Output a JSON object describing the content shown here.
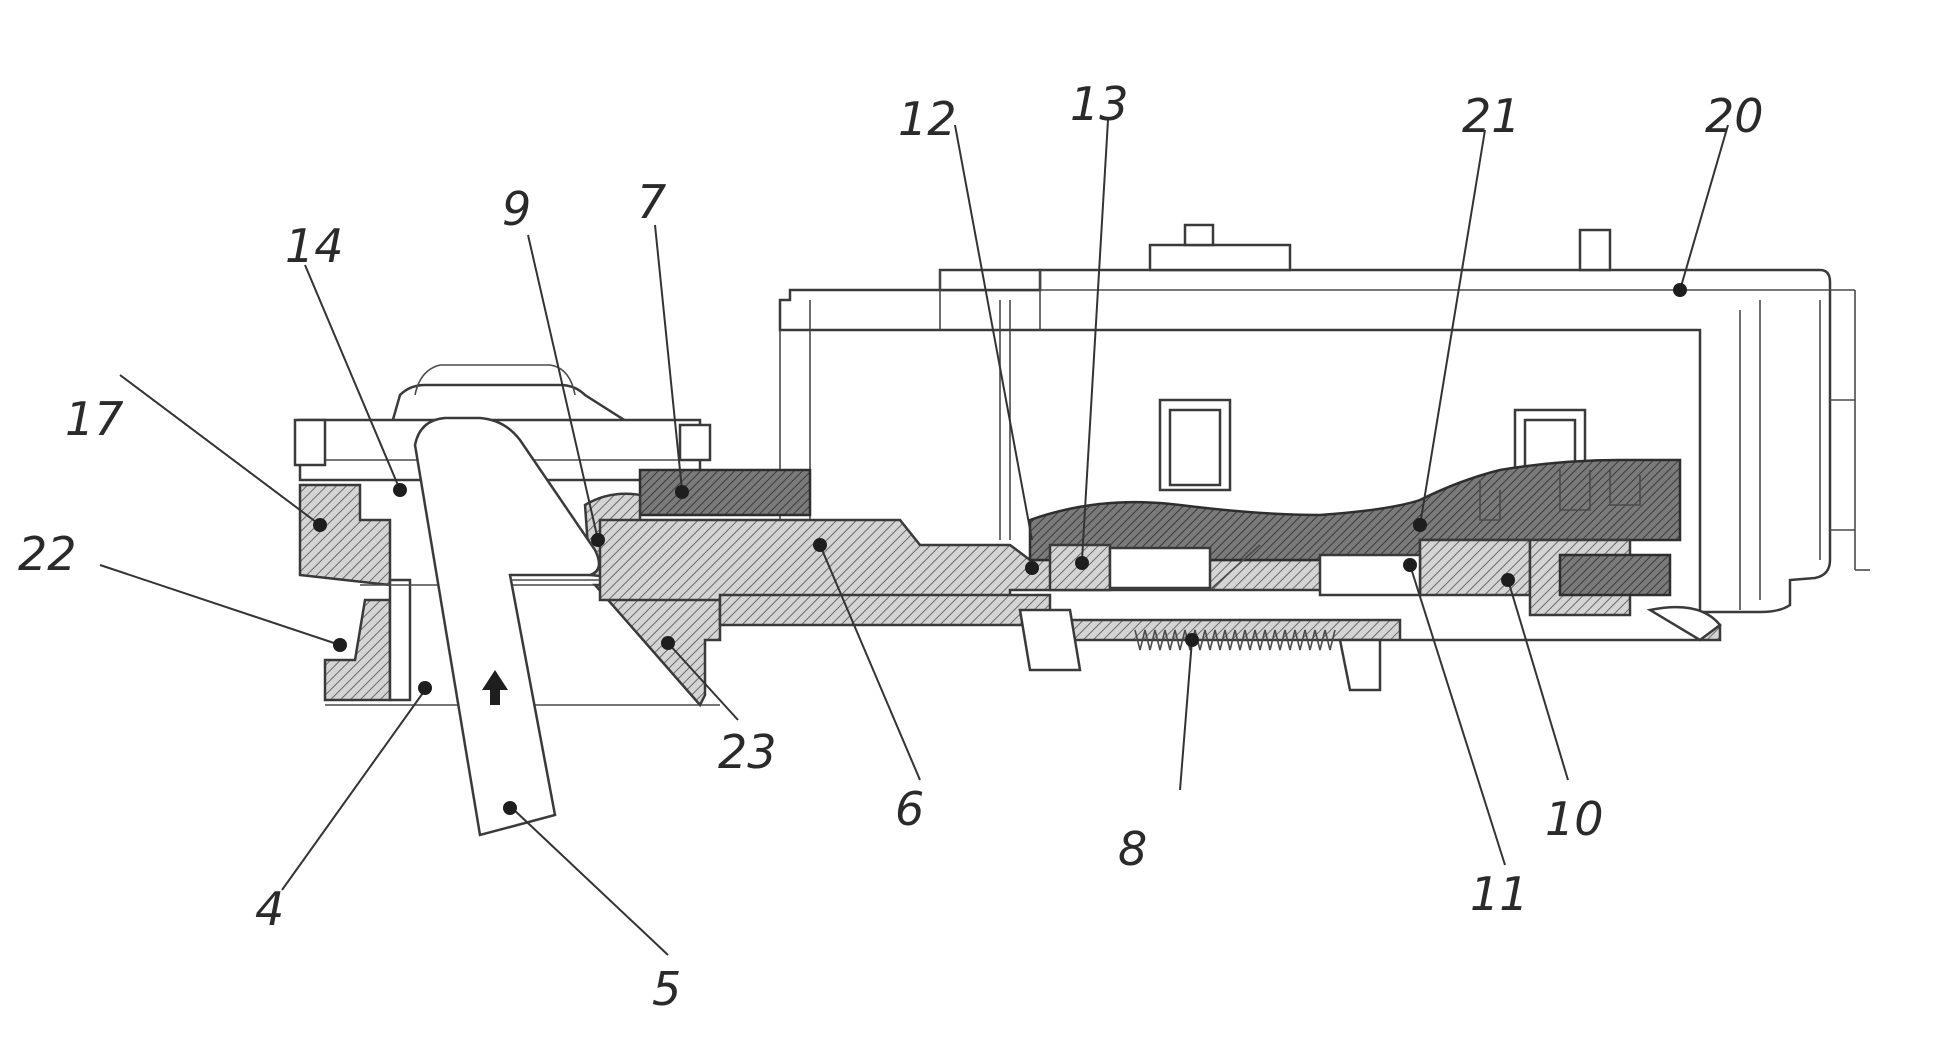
{
  "labels": {
    "l4": "4",
    "l5": "5",
    "l6": "6",
    "l7": "7",
    "l8": "8",
    "l9": "9",
    "l10": "10",
    "l11": "11",
    "l12": "12",
    "l13": "13",
    "l14": "14",
    "l17": "17",
    "l20": "20",
    "l21": "21",
    "l22": "22",
    "l23": "23"
  },
  "icons": {
    "arrow": "arrow-up-icon"
  }
}
